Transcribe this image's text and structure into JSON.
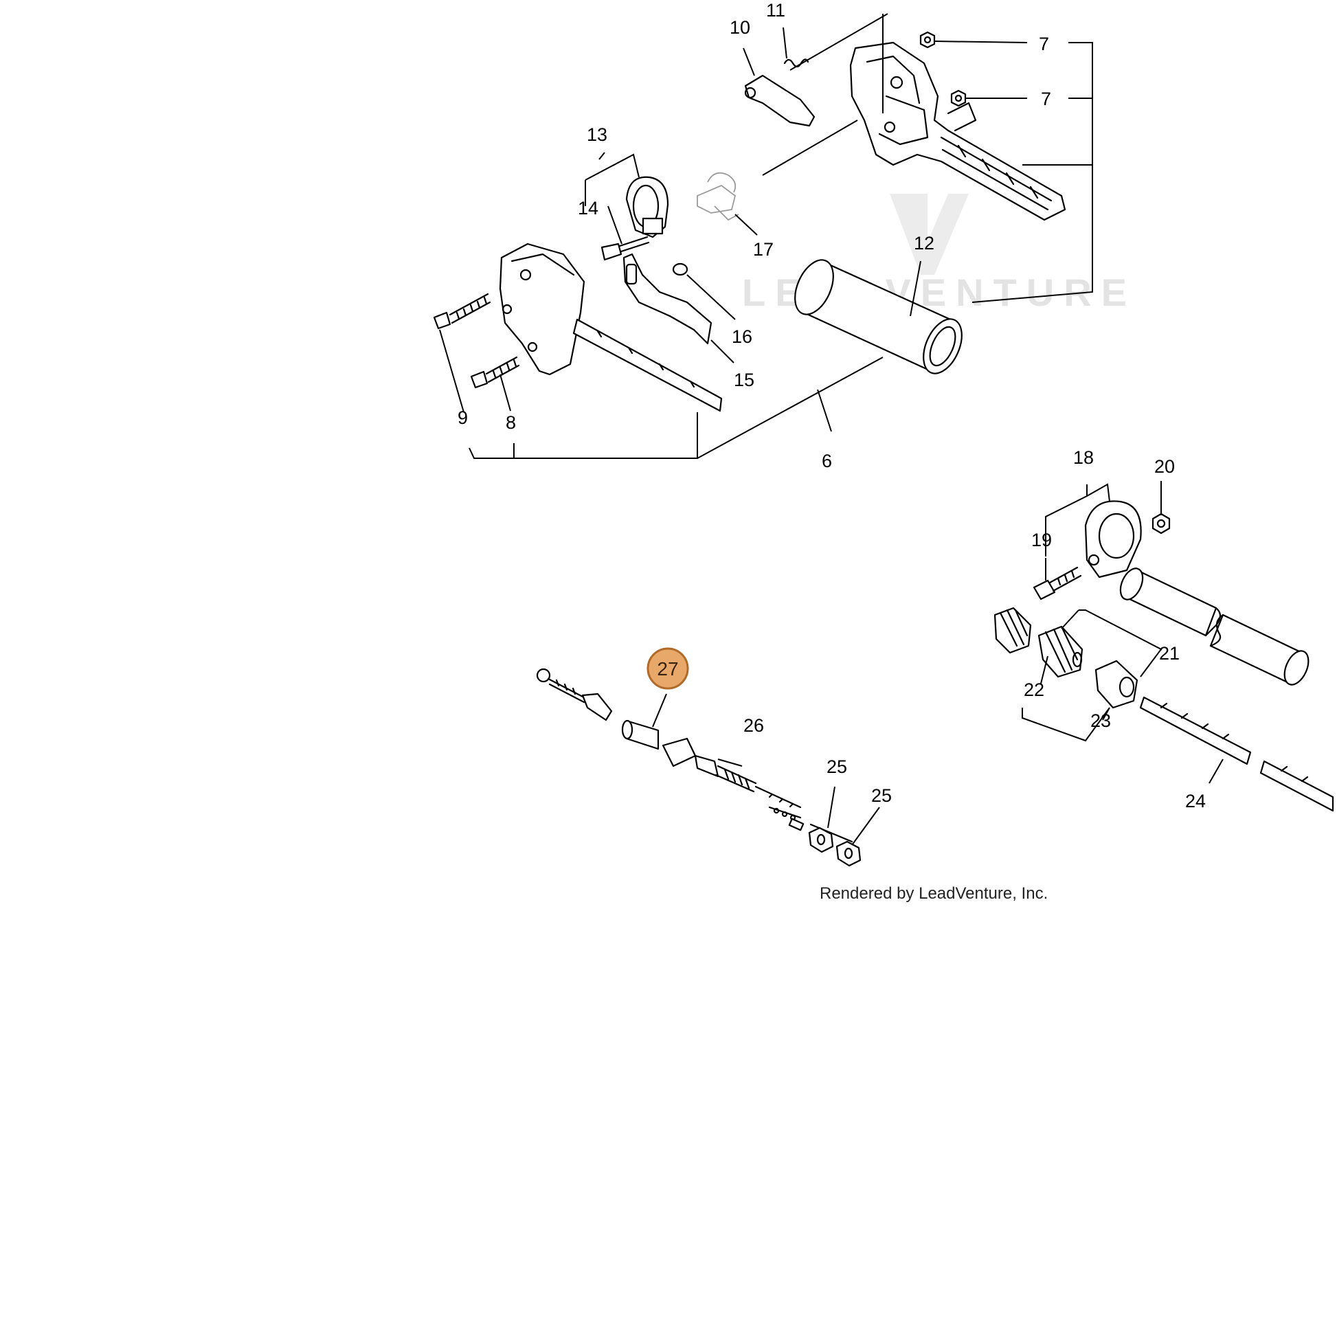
{
  "watermark": "LEADVENTURE",
  "credit": "Rendered by LeadVenture, Inc.",
  "colors": {
    "ink": "#000000",
    "highlight_fill": "#e8a86a",
    "highlight_stroke": "#b06a2a",
    "watermark": "#e3e3e3"
  },
  "highlighted_part": "27",
  "callouts": [
    {
      "id": "c6",
      "text": "6"
    },
    {
      "id": "c7a",
      "text": "7"
    },
    {
      "id": "c7b",
      "text": "7"
    },
    {
      "id": "c8",
      "text": "8"
    },
    {
      "id": "c9",
      "text": "9"
    },
    {
      "id": "c10",
      "text": "10"
    },
    {
      "id": "c11",
      "text": "11"
    },
    {
      "id": "c12",
      "text": "12"
    },
    {
      "id": "c13",
      "text": "13"
    },
    {
      "id": "c14",
      "text": "14"
    },
    {
      "id": "c15",
      "text": "15"
    },
    {
      "id": "c16",
      "text": "16"
    },
    {
      "id": "c17",
      "text": "17"
    },
    {
      "id": "c18",
      "text": "18"
    },
    {
      "id": "c19",
      "text": "19"
    },
    {
      "id": "c20",
      "text": "20"
    },
    {
      "id": "c21",
      "text": "21"
    },
    {
      "id": "c22",
      "text": "22"
    },
    {
      "id": "c23",
      "text": "23"
    },
    {
      "id": "c24",
      "text": "24"
    },
    {
      "id": "c25a",
      "text": "25"
    },
    {
      "id": "c25b",
      "text": "25"
    },
    {
      "id": "c26",
      "text": "26"
    },
    {
      "id": "c27",
      "text": "27"
    }
  ]
}
